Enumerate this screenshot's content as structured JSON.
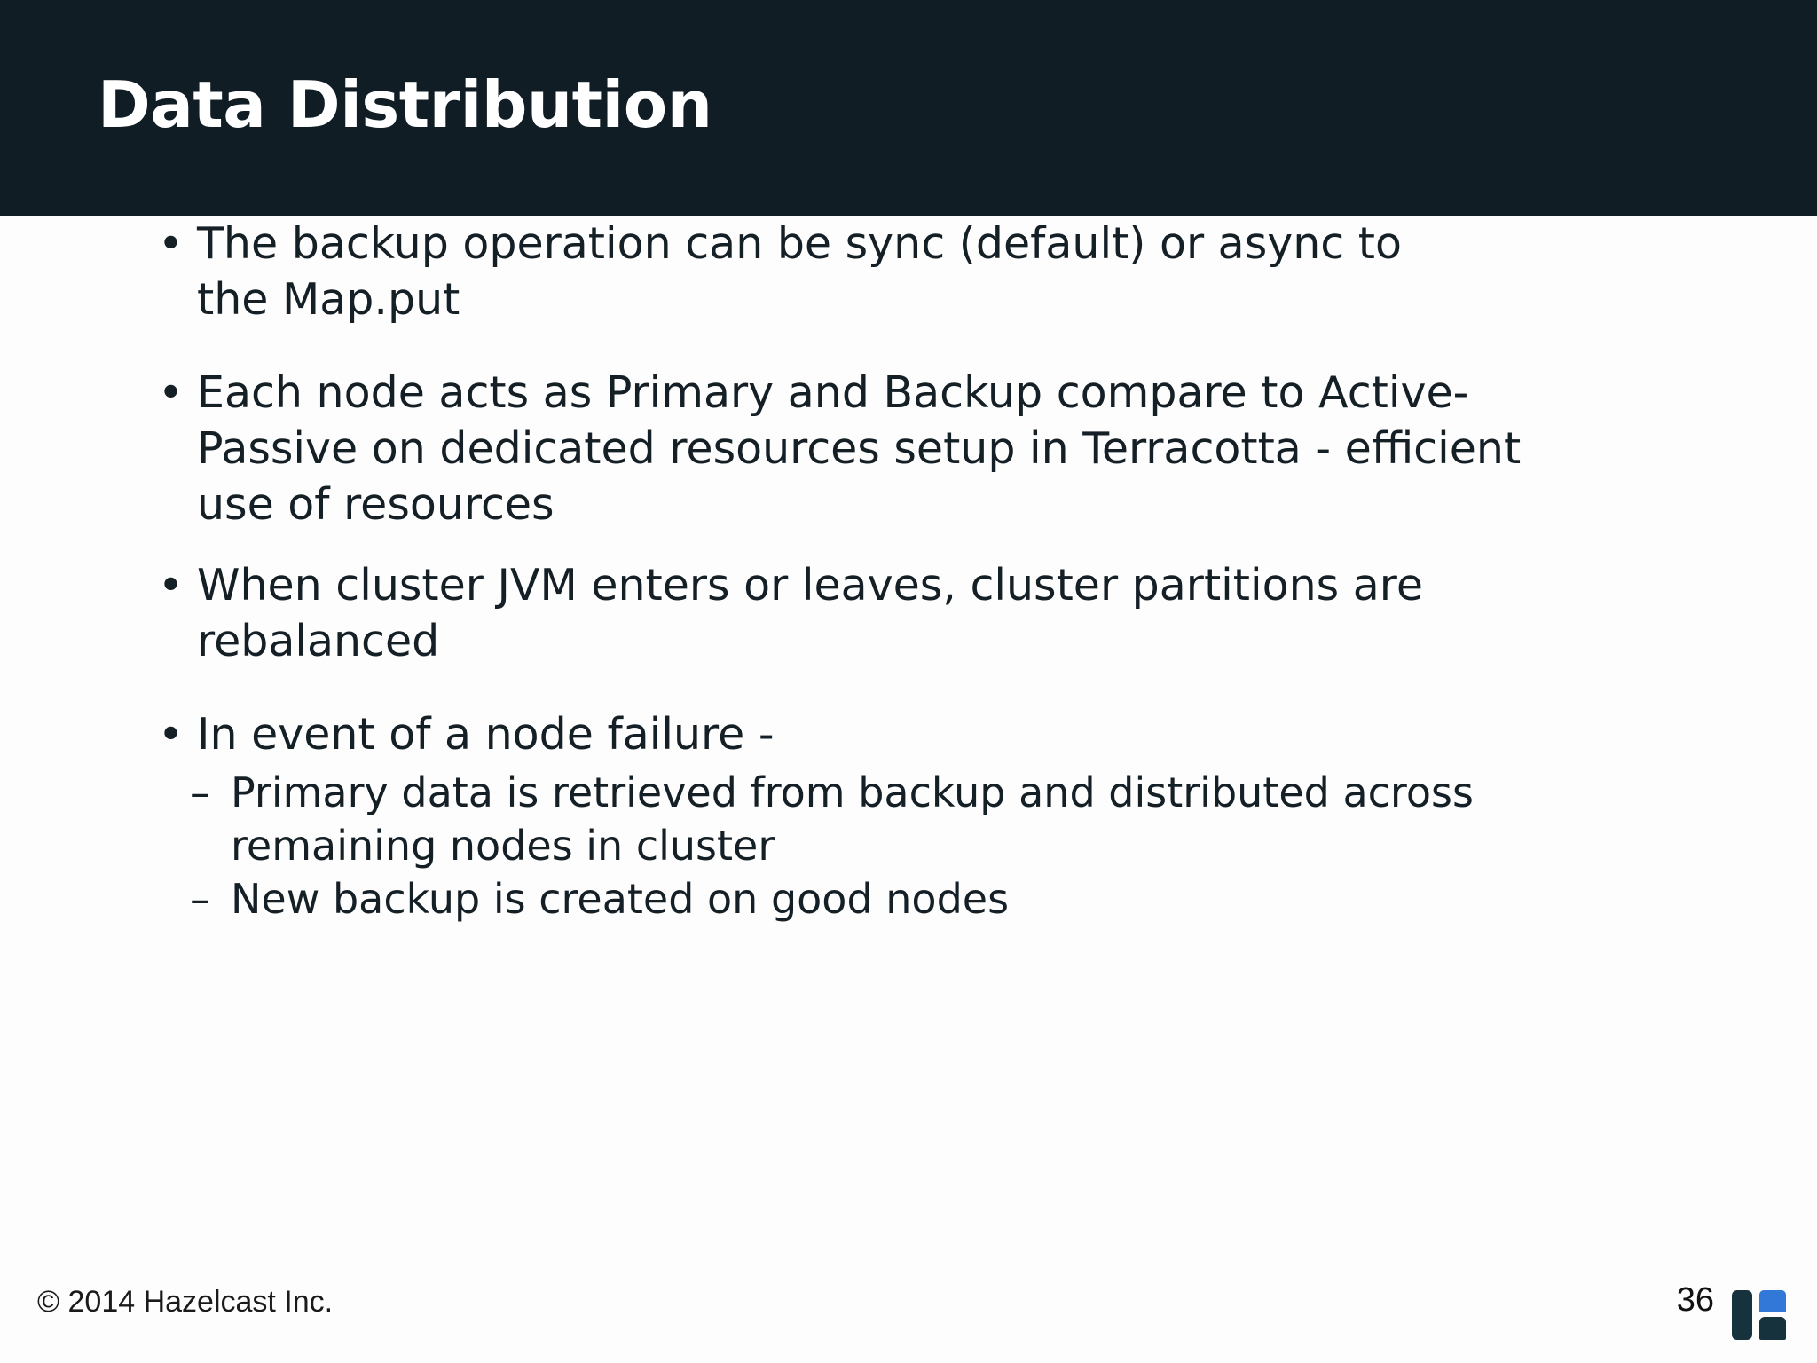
{
  "slide": {
    "header": {
      "title": "Data Distribution",
      "background_color": "#101d24",
      "title_color": "#ffffff"
    },
    "body": {
      "background_color": "#fdfdfd",
      "text_color": "#151f26",
      "bullet_marker": "•",
      "sub_bullet_marker": "–",
      "bullets": [
        {
          "marker": "•",
          "text": "The backup operation can be sync (default) or async to the Map.put"
        },
        {
          "marker": "•",
          "text": "Each node acts as Primary and Backup compare to Active-Passive on dedicated resources setup in Terracotta - efficient use of resources"
        },
        {
          "marker": "•",
          "text": "When cluster JVM enters or leaves, cluster partitions are rebalanced"
        },
        {
          "marker": "•",
          "text": "In event of a node failure -"
        }
      ],
      "sub_bullets": [
        {
          "marker": "–",
          "text": "Primary data is retrieved from backup and distributed across remaining nodes in cluster"
        },
        {
          "marker": "–",
          "text": "New backup is created on good nodes"
        }
      ]
    },
    "footer": {
      "copyright": "© 2014 Hazelcast Inc.",
      "page_number": "36",
      "logo_name": "hazelcast-logo",
      "logo_accent_color": "#3178d8",
      "logo_dark_color": "#15323d"
    }
  }
}
